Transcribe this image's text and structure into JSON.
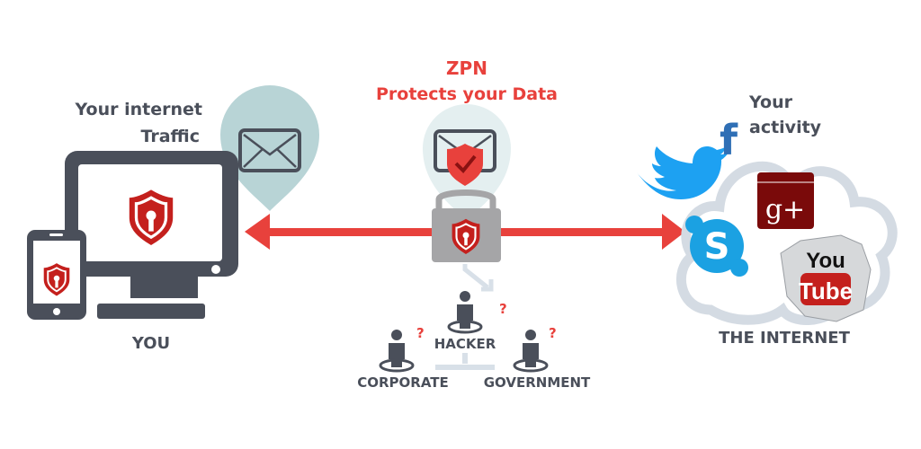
{
  "you": {
    "caption_line1": "Your internet",
    "caption_line2": "Traffic",
    "label": "YOU"
  },
  "zpn": {
    "title": "ZPN",
    "subtitle": "Protects your Data"
  },
  "threats": {
    "hacker": "HACKER",
    "corporate": "CORPORATE",
    "government": "GOVERNMENT",
    "question_mark": "?"
  },
  "internet": {
    "caption_line1": "Your",
    "caption_line2": "activity",
    "label": "THE INTERNET",
    "youtube_top": "You",
    "youtube_bottom": "Tube",
    "gplus": "g+",
    "facebook": "f",
    "skype": "S"
  },
  "colors": {
    "accent": "#e8413c",
    "dark": "#4a4f5a",
    "pin": "#b8d4d6",
    "pin_light": "#e4eff0",
    "cloud": "#d4dbe3",
    "lock": "#a5a5a7",
    "twitter": "#1da1f2",
    "facebook": "#2f6fb5",
    "gplus": "#7a0a0a",
    "youtube": "#c4201d"
  }
}
